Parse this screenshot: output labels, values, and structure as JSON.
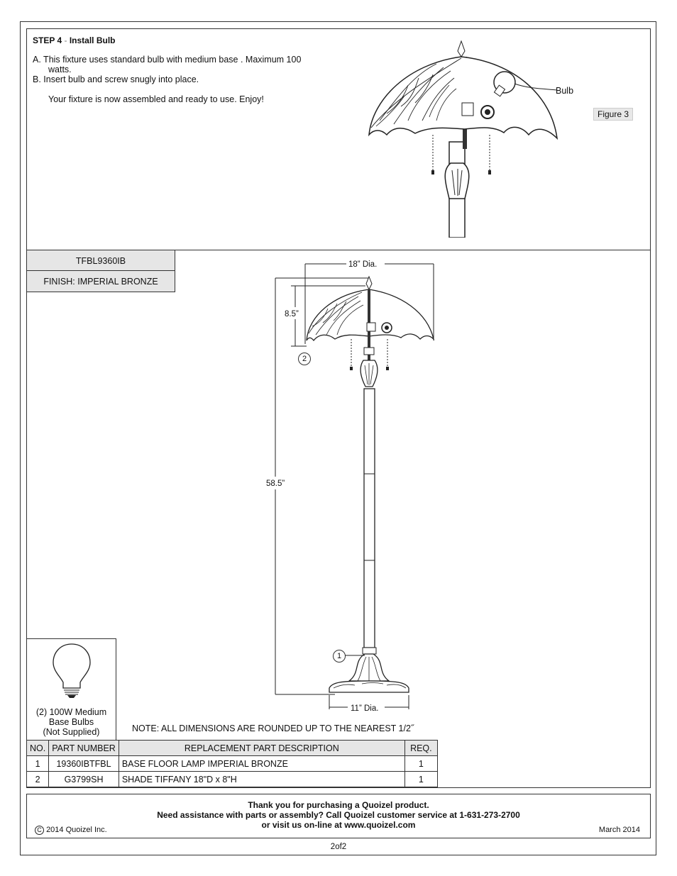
{
  "step": {
    "title": "STEP 4",
    "dash": "-",
    "subtitle": "Install Bulb",
    "line_a": "A.  This fixture uses standard bulb with medium base . Maximum 100",
    "line_a2": "watts.",
    "line_b": "B.  Insert bulb and screw snugly into place.",
    "done": "Your fixture is now assembled and ready to use. Enjoy!",
    "bulb_label": "Bulb",
    "figure_label": "Figure 3"
  },
  "model": {
    "number": "TFBL9360IB",
    "finish": "FINISH: IMPERIAL BRONZE"
  },
  "dimensions": {
    "shade_dia": "18” Dia.",
    "shade_height": "8.5”",
    "overall_height": "58.5”",
    "base_dia": "11” Dia.",
    "callout_1": "1",
    "callout_2": "2"
  },
  "bulb_box": {
    "line1": "(2) 100W Medium",
    "line2": "Base Bulbs",
    "line3": "(Not Supplied)"
  },
  "note": "NOTE:  ALL DIMENSIONS ARE ROUNDED UP TO THE NEAREST  1/2˝",
  "parts_table": {
    "headers": [
      "NO.",
      "PART NUMBER",
      "REPLACEMENT PART DESCRIPTION",
      "REQ."
    ],
    "rows": [
      [
        "1",
        "19360IBTFBL",
        "BASE FLOOR LAMP IMPERIAL BRONZE",
        "1"
      ],
      [
        "2",
        "G3799SH",
        "SHADE TIFFANY 18\"D x 8\"H",
        "1"
      ]
    ]
  },
  "footer": {
    "thanks": "Thank you for purchasing a Quoizel product.",
    "assist": "Need assistance with parts or assembly? Call Quoizel customer service at 1-631-273-2700",
    "visit": "or visit us on-line at www.quoizel.com",
    "copyright_symbol": "C",
    "copyright": "2014  Quoizel Inc.",
    "date": "March 2014",
    "page": "2of2"
  }
}
